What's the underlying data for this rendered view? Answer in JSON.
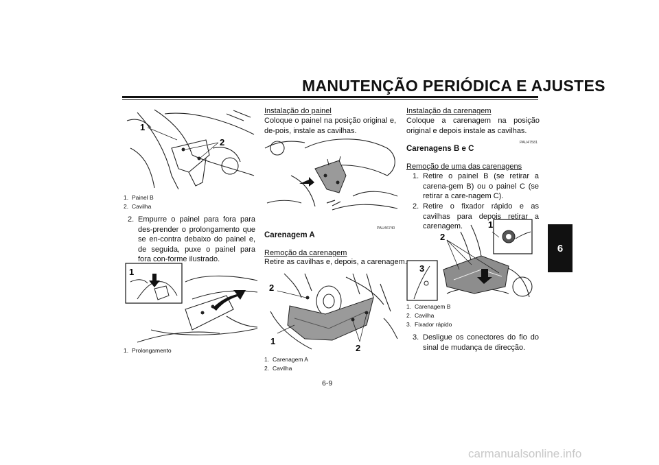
{
  "page": {
    "title": "MANUTENÇÃO PERIÓDICA E AJUSTES",
    "chapter_tab": "6",
    "page_number": "6-9",
    "watermark": "carmanualsonline.info"
  },
  "col1": {
    "fig1": {
      "callouts": [
        "1",
        "2"
      ],
      "captions": [
        {
          "n": "1.",
          "t": "Painel B"
        },
        {
          "n": "2.",
          "t": "Cavilha"
        }
      ]
    },
    "step2": {
      "num": "2.",
      "text": "Empurre o painel para fora para des-prender o prolongamento que se en-contra debaixo do painel e, de seguida, puxe o painel para fora con-forme ilustrado."
    },
    "fig2": {
      "callouts": [
        "1"
      ],
      "captions": [
        {
          "n": "1.",
          "t": "Prolongamento"
        }
      ]
    }
  },
  "col2": {
    "install_panel": {
      "heading": "Instalação do painel",
      "text": "Coloque o painel na posição original e, de-pois, instale as cavilhas."
    },
    "code": "PAU46740",
    "subhead": "Carenagem A",
    "removal": {
      "heading": "Remoção da carenagem",
      "text": "Retire as cavilhas e, depois, a carenagem."
    },
    "fig4": {
      "callouts": [
        "2",
        "1",
        "2"
      ],
      "captions": [
        {
          "n": "1.",
          "t": "Carenagem A"
        },
        {
          "n": "2.",
          "t": "Cavilha"
        }
      ]
    }
  },
  "col3": {
    "install_fairing": {
      "heading": "Instalação da carenagem",
      "text": "Coloque a carenagem na posição original e depois instale as cavilhas."
    },
    "code": "PAU47581",
    "subhead": "Carenagens B e C",
    "removal": {
      "heading": "Remoção de uma das carenagens",
      "steps": [
        {
          "num": "1.",
          "text": "Retire o painel B (se retirar a carena-gem B) ou o painel C (se retirar a care-nagem C)."
        },
        {
          "num": "2.",
          "text": "Retire o fixador rápido e as cavilhas para depois retirar a carenagem."
        }
      ]
    },
    "fig5": {
      "callouts": [
        "1",
        "2",
        "3"
      ],
      "captions": [
        {
          "n": "1.",
          "t": "Carenagem B"
        },
        {
          "n": "2.",
          "t": "Cavilha"
        },
        {
          "n": "3.",
          "t": "Fixador rápido"
        }
      ]
    },
    "step3": {
      "num": "3.",
      "text": "Desligue os conectores do fio do sinal de mudança de direcção."
    }
  }
}
